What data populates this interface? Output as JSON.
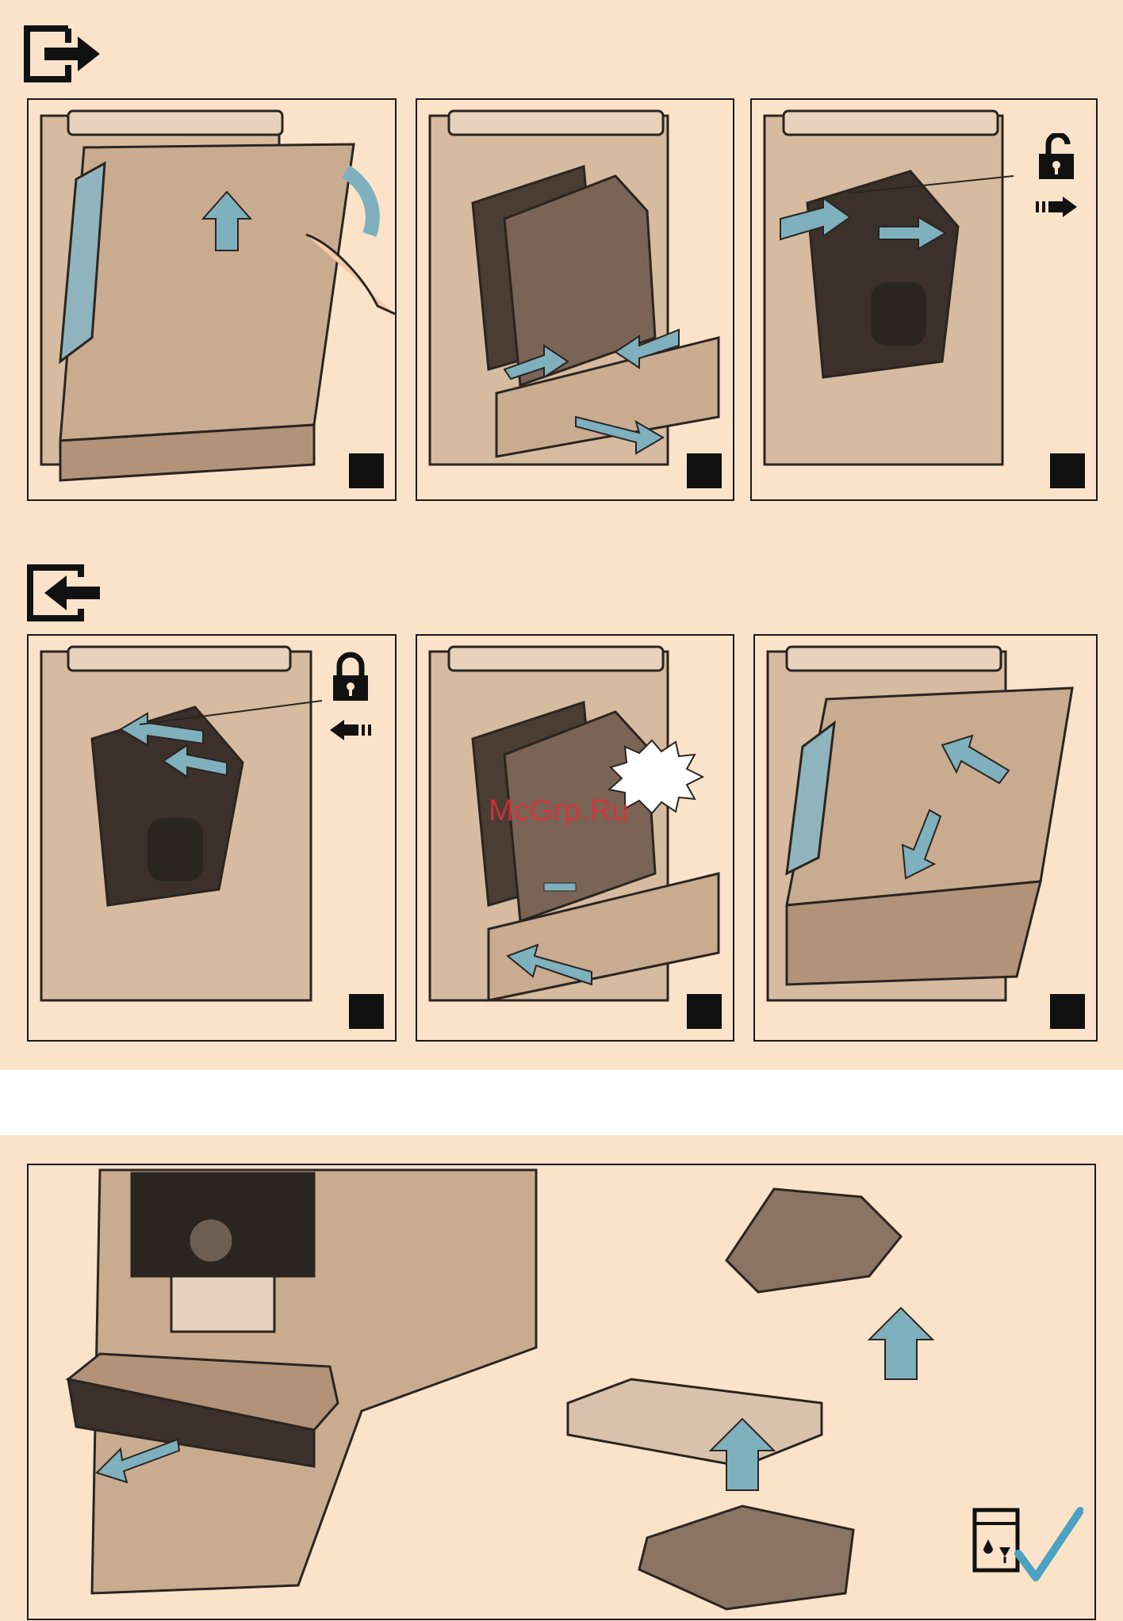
{
  "sections": {
    "remove": {
      "icon": "exit-arrow-icon"
    },
    "insert": {
      "icon": "enter-arrow-icon"
    }
  },
  "steps": {
    "remove": [
      {
        "icon": "open-door-illustration"
      },
      {
        "icon": "release-cover-illustration"
      },
      {
        "icon": "unlock-brewing-unit-illustration",
        "indicator": "unlock-icon"
      }
    ],
    "insert": [
      {
        "icon": "insert-brewing-unit-illustration",
        "indicator": "lock-icon"
      },
      {
        "icon": "click-cover-illustration"
      },
      {
        "icon": "close-door-illustration"
      }
    ]
  },
  "watermark": "McGrp.Ru",
  "cleaning": {
    "icon": "dishwasher-safe-icon",
    "check": "checkmark-icon"
  },
  "colors": {
    "background": "#fbe3c9",
    "arrow": "#7fb0bd",
    "steel": "#c9ab8f",
    "dark": "#2b2520",
    "accent_check": "#4aa3c0"
  }
}
